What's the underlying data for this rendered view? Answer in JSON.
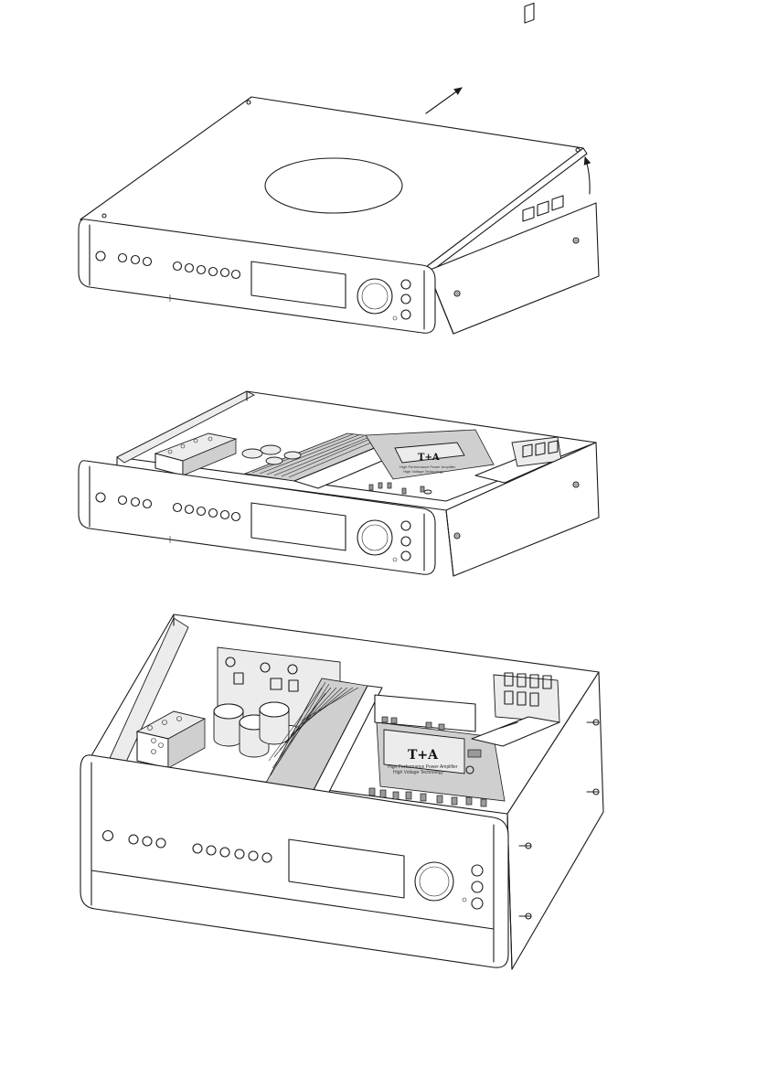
{
  "illustrations": [
    {
      "id": "step-1"
    },
    {
      "id": "step-2"
    },
    {
      "id": "step-3"
    }
  ],
  "board_labels": {
    "brand": "T+A",
    "subtitle_1": "High Performance Power Amplifier",
    "subtitle_2": "High Voltage Technology"
  },
  "colors": {
    "line": "#1a1a1a",
    "board": "#cfcfcf",
    "background": "#ffffff"
  }
}
